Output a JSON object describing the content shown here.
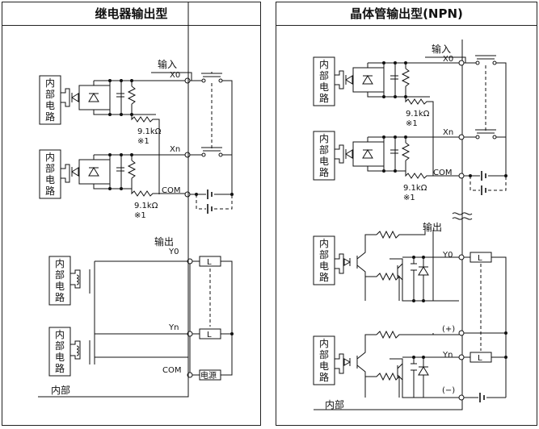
{
  "left_panel": {
    "title": "继电器输出型",
    "input_header": "输入",
    "x0": "X0",
    "xn": "Xn",
    "com_in": "COM",
    "resistor_label": "9.1kΩ",
    "note": "※1",
    "output_header": "输出",
    "y0": "Y0",
    "yn": "Yn",
    "com_out": "COM",
    "load": "L",
    "power": "电源",
    "internal_block": [
      "内",
      "部",
      "电",
      "路"
    ],
    "internal_label": "内部"
  },
  "right_panel": {
    "title": "晶体管输出型(NPN)",
    "input_header": "输入",
    "x0": "X0",
    "xn": "Xn",
    "com_in": "COM",
    "resistor_label": "9.1kΩ",
    "note": "※1",
    "output_header": "输出",
    "y0": "Y0",
    "yn": "Yn",
    "plus": "(+)",
    "minus": "(−)",
    "load": "L",
    "internal_block": [
      "内",
      "部",
      "电",
      "路"
    ],
    "internal_label": "内部"
  }
}
